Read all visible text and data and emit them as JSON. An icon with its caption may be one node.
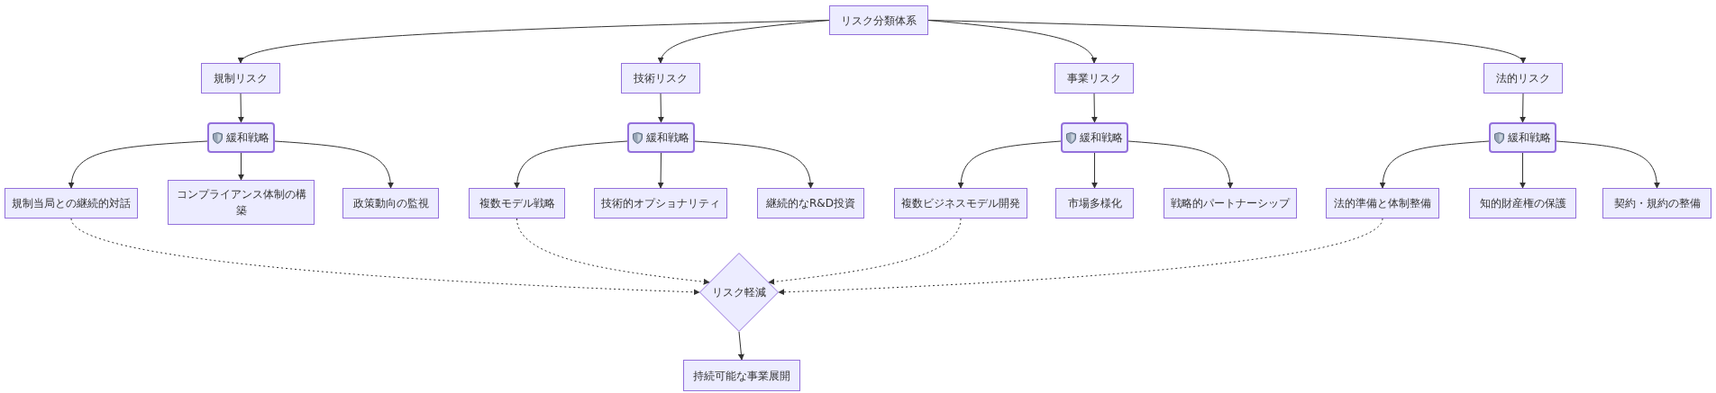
{
  "diagram": {
    "nodes": [
      {
        "text": [
          "リスク分類体系"
        ]
      },
      {
        "text": [
          "規制リスク"
        ]
      },
      {
        "text": [
          "技術リスク"
        ]
      },
      {
        "text": [
          "事業リスク"
        ]
      },
      {
        "text": [
          "法的リスク"
        ]
      },
      {
        "text": [
          "緩和戦略"
        ]
      },
      {
        "text": [
          "緩和戦略"
        ]
      },
      {
        "text": [
          "緩和戦略"
        ]
      },
      {
        "text": [
          "緩和戦略"
        ]
      },
      {
        "text": [
          "規制当局との継続的対話"
        ]
      },
      {
        "text": [
          "コンプライアンス体制の構築"
        ]
      },
      {
        "text": [
          "政策動向の監視"
        ]
      },
      {
        "text": [
          "複数モデル戦略"
        ]
      },
      {
        "text": [
          "技術的オプショナリティ"
        ]
      },
      {
        "text": [
          "継続的なR&D投資"
        ]
      },
      {
        "text": [
          "複数ビジネスモデル開発"
        ]
      },
      {
        "text": [
          "市場多様化"
        ]
      },
      {
        "text": [
          "戦略的パートナーシップ"
        ]
      },
      {
        "text": [
          "法的準備と体制整備"
        ]
      },
      {
        "text": [
          "知的財産権の保護"
        ]
      },
      {
        "text": [
          "契約・規約の整備"
        ]
      },
      {
        "text": [
          "リスク軽減"
        ]
      },
      {
        "text": [
          "持続可能な事業展開"
        ]
      }
    ],
    "edges": [
      {
        "from": 0,
        "to": 1,
        "arrow": "to"
      },
      {
        "from": 0,
        "to": 2,
        "arrow": "to"
      },
      {
        "from": 0,
        "to": 3,
        "arrow": "to"
      },
      {
        "from": 0,
        "to": 4,
        "arrow": "to"
      },
      {
        "from": 1,
        "to": 5,
        "arrow": "to"
      },
      {
        "from": 2,
        "to": 6,
        "arrow": "to"
      },
      {
        "from": 3,
        "to": 7,
        "arrow": "to"
      },
      {
        "from": 4,
        "to": 8,
        "arrow": "to"
      },
      {
        "from": 5,
        "to": 9,
        "arrow": "to"
      },
      {
        "from": 5,
        "to": 10,
        "arrow": "to"
      },
      {
        "from": 5,
        "to": 11,
        "arrow": "to"
      },
      {
        "from": 6,
        "to": 12,
        "arrow": "to"
      },
      {
        "from": 6,
        "to": 13,
        "arrow": "to"
      },
      {
        "from": 6,
        "to": 14,
        "arrow": "to"
      },
      {
        "from": 7,
        "to": 15,
        "arrow": "to"
      },
      {
        "from": 7,
        "to": 16,
        "arrow": "to"
      },
      {
        "from": 7,
        "to": 17,
        "arrow": "to"
      },
      {
        "from": 8,
        "to": 18,
        "arrow": "to"
      },
      {
        "from": 8,
        "to": 19,
        "arrow": "to"
      },
      {
        "from": 8,
        "to": 20,
        "arrow": "to"
      },
      {
        "from": 9,
        "to": 21,
        "arrow": "to",
        "style": "dashed"
      },
      {
        "from": 12,
        "to": 21,
        "arrow": "to",
        "style": "dashed"
      },
      {
        "from": 15,
        "to": 21,
        "arrow": "to",
        "style": "dashed"
      },
      {
        "from": 18,
        "to": 21,
        "arrow": "to",
        "style": "dashed"
      },
      {
        "from": 21,
        "to": 22,
        "arrow": "to"
      }
    ]
  }
}
